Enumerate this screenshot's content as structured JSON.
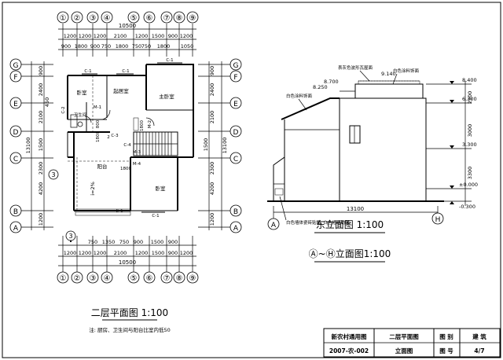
{
  "plan": {
    "title": "二层平面图 1:100",
    "note": "注: 厨房、卫生间与阳台比室内低50",
    "overall_dim": "10500",
    "overall_dim_bottom": "10500",
    "axis_top": [
      "①",
      "②",
      "③",
      "④",
      "⑤",
      "⑥",
      "⑦",
      "⑧",
      "⑨"
    ],
    "axis_bottom": [
      "①",
      "②",
      "③",
      "④",
      "⑤",
      "⑥",
      "⑦",
      "⑧",
      "⑨"
    ],
    "axis_left": [
      "G",
      "F",
      "E",
      "D",
      "C",
      "B",
      "A"
    ],
    "axis_right": [
      "G",
      "F",
      "E",
      "D",
      "C",
      "B",
      "A"
    ],
    "dims_top_row1": [
      "1200",
      "1200",
      "1200",
      "2100",
      "1200",
      "1500",
      "900",
      "1200"
    ],
    "dims_top_row2": [
      "900",
      "1800",
      "900",
      "750",
      "1800",
      "750",
      "750",
      "1800",
      "1050"
    ],
    "dims_bottom_row1": [
      "750",
      "1350",
      "750",
      "900",
      "1500",
      "900"
    ],
    "dims_bottom_row2": [
      "1200",
      "1200",
      "1200",
      "2100",
      "1200",
      "1500",
      "900",
      "1200"
    ],
    "dims_left": [
      "900",
      "2400",
      "2100",
      "450",
      "1500",
      "2300",
      "4200",
      "1200"
    ],
    "dims_left_total": "13100",
    "dims_right": [
      "900",
      "2400",
      "2100",
      "1500",
      "2300",
      "4200",
      "1200"
    ],
    "dims_right_total": "13100",
    "rooms": {
      "bedroom_left": "卧室",
      "living": "起居室",
      "master": "主卧室",
      "bath": "卫生间",
      "balcony": "阳台",
      "bedroom_right": "卧室",
      "slope": "i=2%"
    },
    "windows": [
      "C-1",
      "C-1",
      "C-1",
      "C-1",
      "C-2",
      "C-3",
      "C-4",
      "C-1"
    ],
    "doors": [
      "M-1",
      "M-2",
      "M-3",
      "M-4"
    ],
    "misc_labels": [
      "1800",
      "1800",
      "1800",
      "800",
      "2"
    ],
    "section_mark": "3"
  },
  "elevation": {
    "title": "东立面图 1:100",
    "sub_title": "Ⓐ~Ⓗ立面图1:100",
    "annotation_top": "表灰色波形瓦屋面",
    "annotation_right": "白色涂料饰面",
    "annotation_left": "白色涂料饰面",
    "annotation_bottom": "白色墙体瓷砖贴面, 白色墙砖勒脚",
    "width_dim": "13100",
    "axis_left": "A",
    "axis_right": "H",
    "levels_left": [
      "8.700",
      "8.250"
    ],
    "level_top": "9.140",
    "levels_right": [
      "8.400",
      "6.300",
      "3.300",
      "±0.000",
      "-0.300"
    ],
    "dims_right": [
      "2100",
      "3000",
      "3300"
    ]
  },
  "title_block": {
    "project": "新农村通用图",
    "code": "2007-农-002",
    "drawing_name_1": "二层平面图",
    "drawing_name_2": "立面图",
    "category_label": "图 别",
    "category_value": "建 筑",
    "number_label": "图 号",
    "number_value": "4/7"
  }
}
